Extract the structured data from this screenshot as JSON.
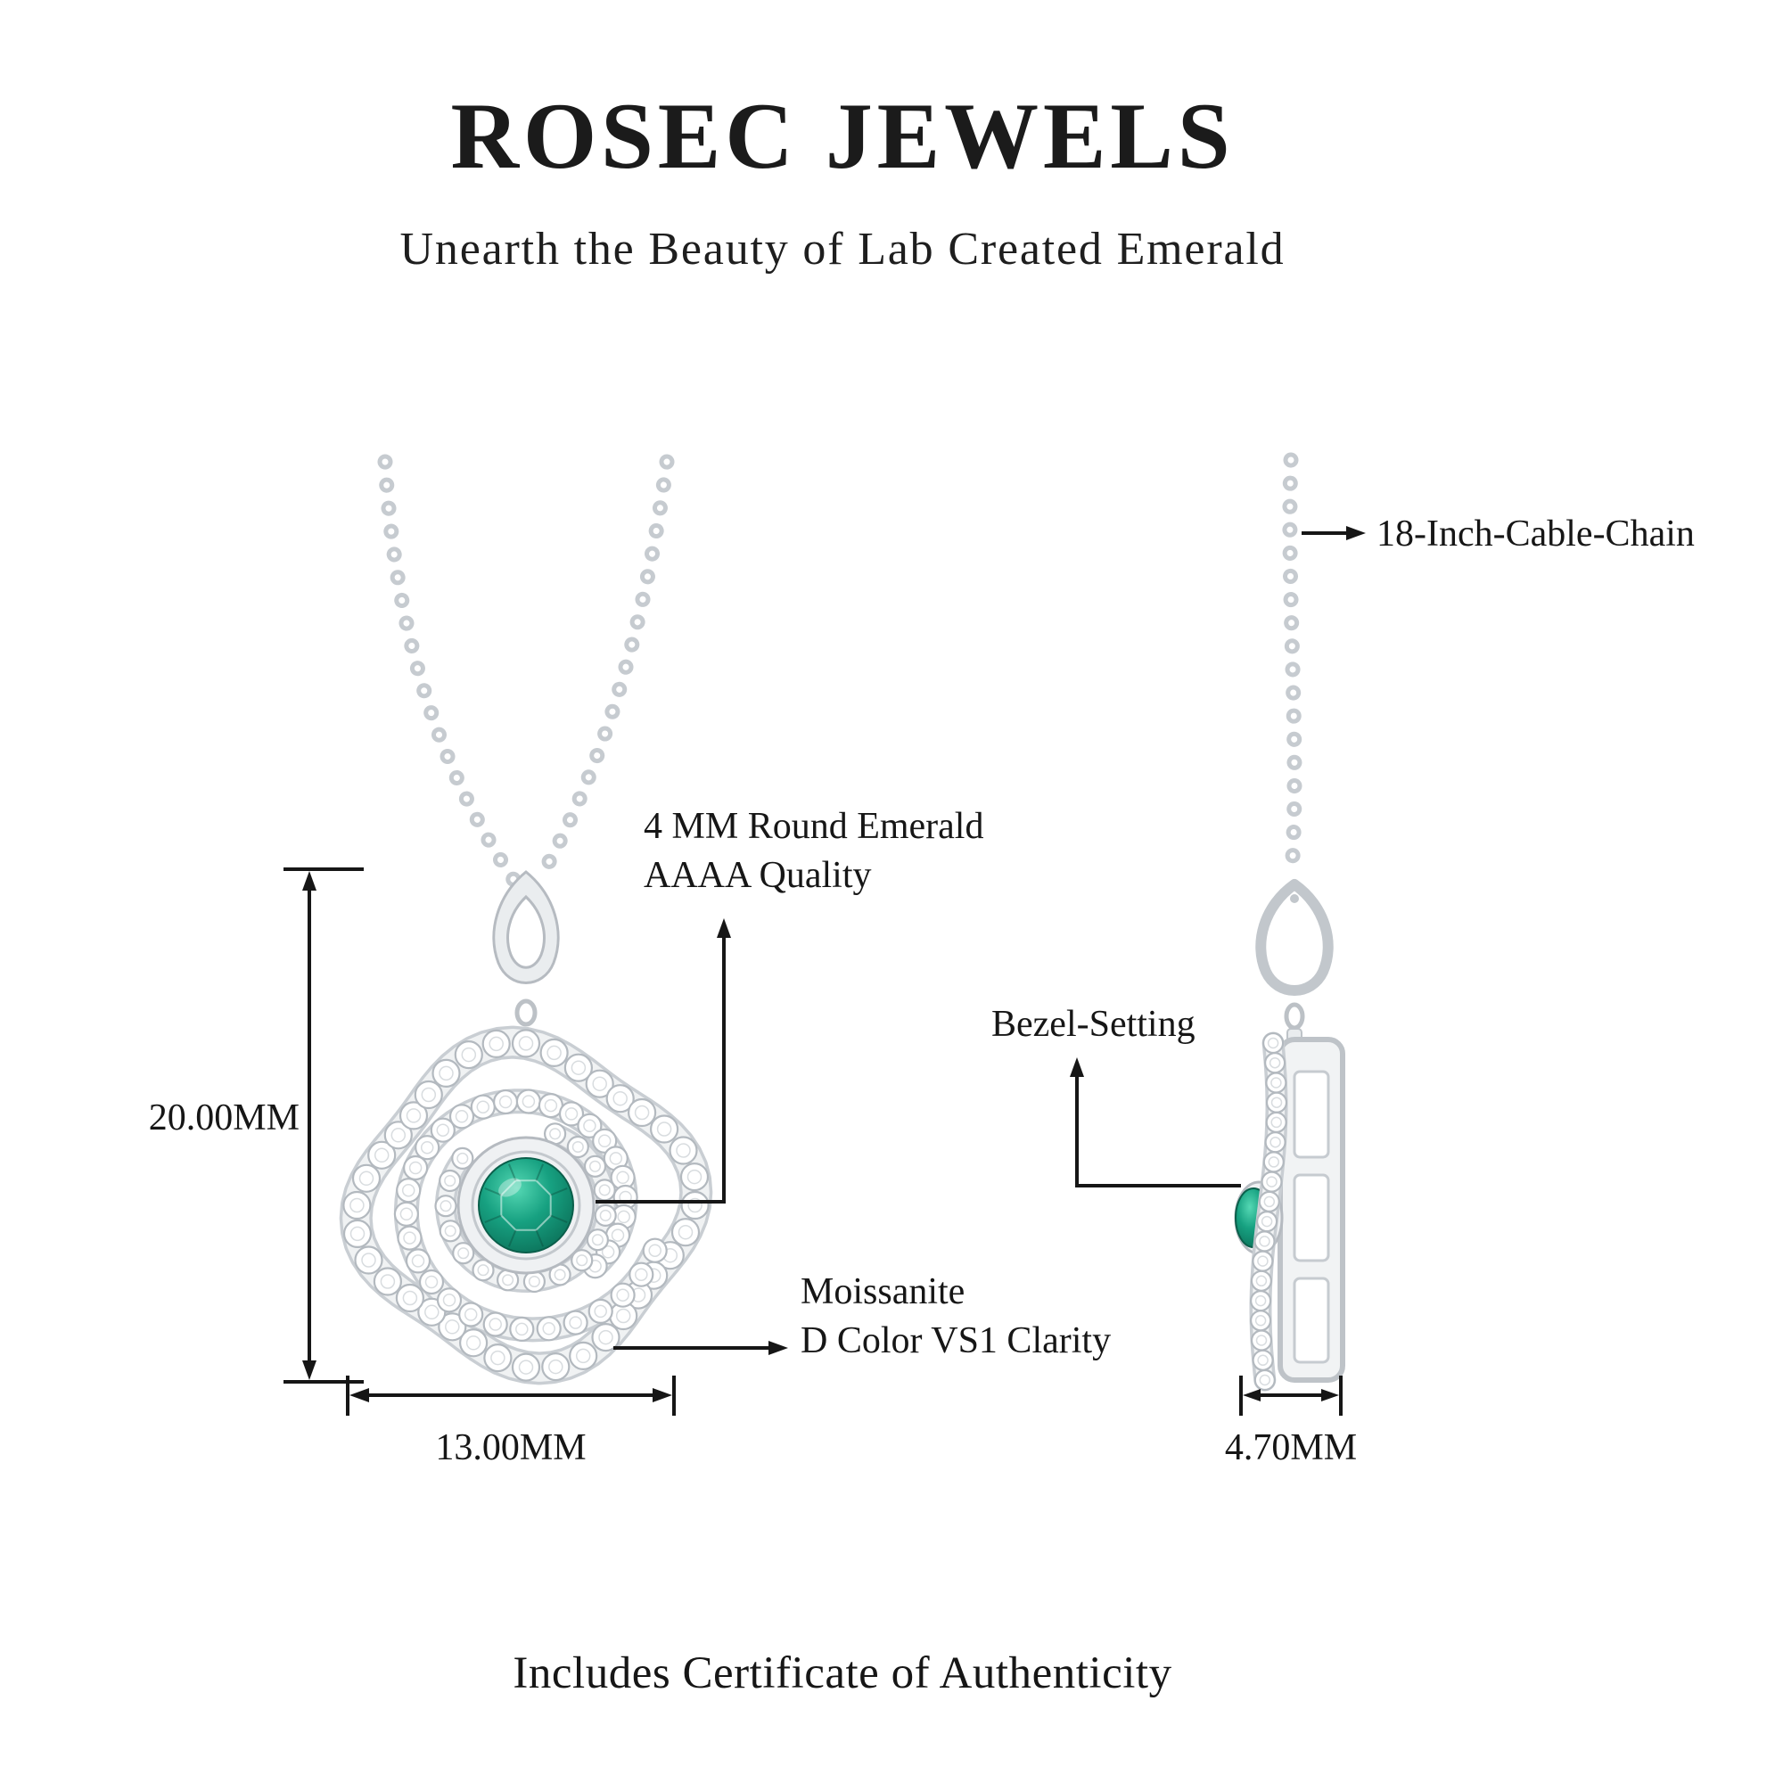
{
  "header": {
    "title": "ROSEC JEWELS",
    "subtitle": "Unearth the Beauty of Lab Created Emerald"
  },
  "annotations": {
    "chain": "18-Inch-Cable-Chain",
    "emerald": {
      "line1": "4 MM Round Emerald",
      "line2": "AAAA Quality"
    },
    "bezel": "Bezel-Setting",
    "moissanite": {
      "line1": "Moissanite",
      "line2": "D Color VS1 Clarity"
    }
  },
  "dimensions": {
    "height": "20.00MM",
    "width": "13.00MM",
    "depth": "4.70MM"
  },
  "footer": {
    "certificate": "Includes Certificate of Authenticity"
  },
  "colors": {
    "emerald": "#0f8468",
    "metal": "#c6cbd0",
    "text": "#161616",
    "background": "#ffffff"
  }
}
